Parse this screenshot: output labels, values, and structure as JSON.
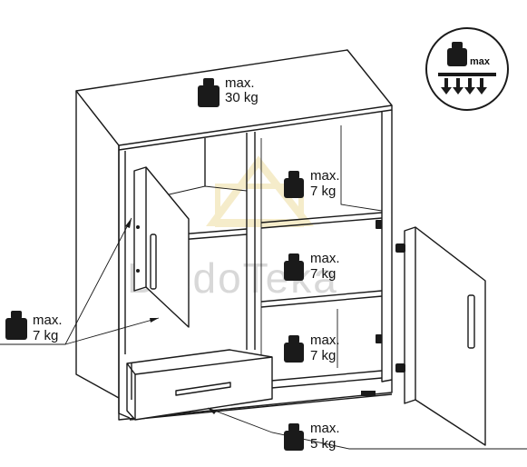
{
  "watermark": {
    "text": "BaldoTeka"
  },
  "badge": {
    "label": "max",
    "icon": "load-weight-icon"
  },
  "weights": [
    {
      "id": "top",
      "line1": "max.",
      "line2": "30 kg"
    },
    {
      "id": "shelf1",
      "line1": "max.",
      "line2": "7 kg"
    },
    {
      "id": "shelf2",
      "line1": "max.",
      "line2": "7 kg"
    },
    {
      "id": "shelf3",
      "line1": "max.",
      "line2": "7 kg"
    },
    {
      "id": "left",
      "line1": "max.",
      "line2": "7 kg"
    },
    {
      "id": "drawer",
      "line1": "max.",
      "line2": "5 kg"
    }
  ],
  "colors": {
    "line": "#1a1a1a",
    "watermark": "#d8d8d8",
    "background": "#ffffff"
  }
}
